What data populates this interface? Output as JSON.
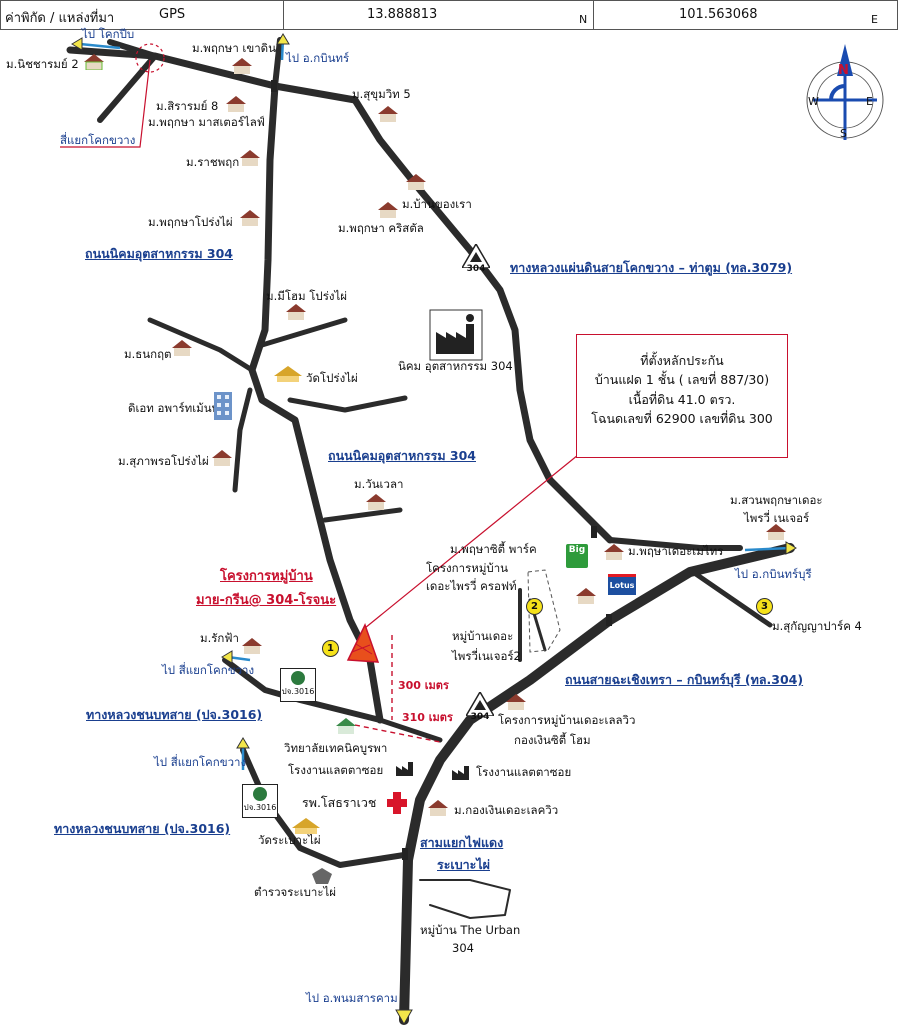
{
  "header": {
    "coord_label": "ค่าพิกัด / แหล่งที่มา",
    "source": "GPS",
    "north_value": "13.888813",
    "north_unit": "N",
    "east_value": "101.563068",
    "east_unit": "E"
  },
  "compass": {
    "n": "N",
    "s": "S",
    "e": "E",
    "w": "W"
  },
  "info_box": {
    "line1": "ที่ตั้งหลักประกัน",
    "line2": "บ้านแฝด 1 ชั้น ( เลขที่ 887/30)",
    "line3": "เนื้อที่ดิน 41.0 ตรว.",
    "line4": "โฉนดเลขที่ 62900 เลขที่ดิน 300"
  },
  "project": {
    "line1": "โครงการหมู่บ้าน",
    "line2": "มาย-กรีน@ 304-โรจนะ"
  },
  "distances": {
    "d1": "300 เมตร",
    "d2": "310 เมตร"
  },
  "roads": {
    "r1": "ถนนนิคมอุตสาหกรรม 304",
    "r2": "ถนนนิคมอุตสาหกรรม 304",
    "r3": "ทางหลวงแผ่นดินสายโคกขวาง – ท่าตูม (ทล.3079)",
    "r4": "ถนนสายฉะเชิงเทรา – กบินทร์บุรี (ทล.304)",
    "r5": "ทางหลวงชนบทสาย (ปจ.3016)",
    "r6": "ทางหลวงชนบทสาย (ปจ.3016)",
    "r7": "สามแยกไฟแดง",
    "r8": "ระเบาะไผ่",
    "r9": "สี่แยกโคกขวาง"
  },
  "directions": {
    "to_khokpip": "ไป โคกปีบ",
    "to_kabin": "ไป อ.กบินทร์",
    "to_kabinburi": "ไป อ.กบินทร์บุรี",
    "to_siyaek1": "ไป สี่แยกโคกขวาง",
    "to_siyaek2": "ไป สี่แยกโคกขวาง",
    "to_phanom": "ไป อ.พนมสารคาม"
  },
  "places": {
    "p1": "ม.นิชชารมย์ 2",
    "p2": "ม.พฤกษา เขาดิน",
    "p3": "ม.สิรารมย์ 8",
    "p4": "ม.พฤกษา มาสเตอร์ไลฟ์",
    "p5": "ม.สุขุมวิท 5",
    "p6": "ม.ราชพฤก",
    "p7": "ม.บ้านของเรา",
    "p8": "ม.พฤกษาโปร่งไผ่",
    "p9": "ม.พฤกษา คริสตัล",
    "p10": "ม.มีโฮม โปร่งไผ่",
    "p11": "ม.ธนกฤต",
    "p12": "วัดโปร่งไผ่",
    "p13": "นิคม อุตสาหกรรม 304",
    "p14": "ดิเอท อพาร์ทเม้นท์",
    "p15": "ม.สุภาพรอโปร่งไผ่",
    "p16": "ม.วันเวลา",
    "p17": "ม.สวนพฤกษาเดอะ",
    "p18": "ไพรวี่ เนเจอร์",
    "p19": "ม.พฤษาซิตี้ พาร์ค",
    "p20": "ม.พฤษาเดอะเมไทร",
    "p21": "โครงการหมู่บ้าน",
    "p22": "เดอะไพรวี่ ครอฟท์",
    "p23": "ม.สุกัญญาปาร์ค 4",
    "p24": "หมู่บ้านเดอะ",
    "p25": "ไพรวี่เนเจอร์2",
    "p26": "ม.รักฟ้า",
    "p27": "โครงการหมู่บ้านเดอะเลลวิว",
    "p28": "กองเงินซิตี้ โฮม",
    "p29": "วิทยาลัยเทคนิคบูรพา",
    "p30": "โรงงานแลตตาซอย",
    "p31": "โรงงานแลตตาซอย",
    "p32": "รพ.โสธราเวช",
    "p33": "ม.กองเงินเดอะเลควิว",
    "p34": "วัดระเบาะไผ่",
    "p35": "ตำรวจระเบาะไผ่",
    "p36": "หมู่บ้าน The Urban",
    "p37": "304"
  },
  "signs": {
    "hw304a": "304",
    "hw304b": "304",
    "pj1": "ปจ.3016",
    "pj2": "ปจ.3016",
    "bigc": "Big",
    "lotus": "Lotus"
  },
  "markers": {
    "m1": "1",
    "m2": "2",
    "m3": "3"
  },
  "colors": {
    "road": "#2b2b2b",
    "accent_red": "#c8102e",
    "road_label_blue": "#1a3f8f",
    "marker_yellow": "#f6e21a"
  }
}
